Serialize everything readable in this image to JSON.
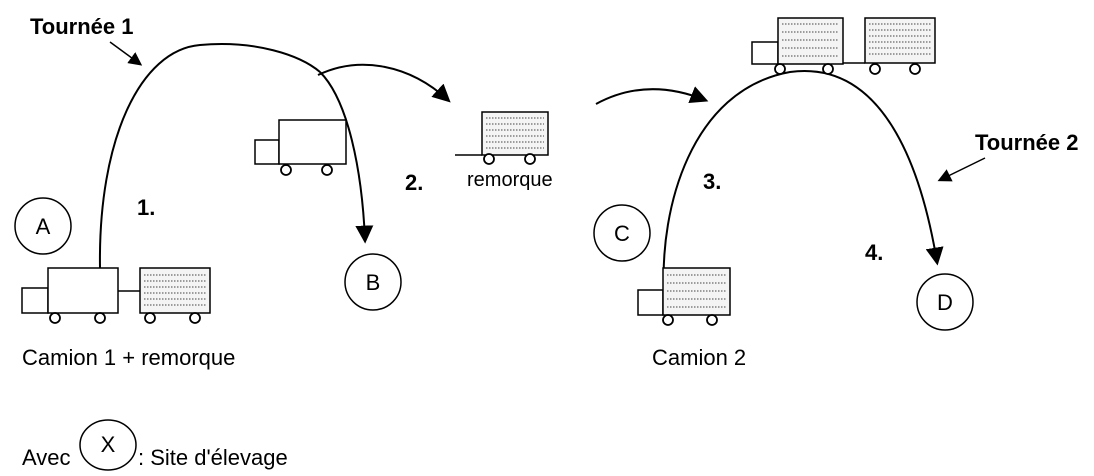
{
  "labels": {
    "tour1": "Tournée 1",
    "tour2": "Tournée 2",
    "step1": "1.",
    "step2": "2.",
    "step3": "3.",
    "step4": "4.",
    "trailer": "remorque",
    "truck1_caption": "Camion 1 + remorque",
    "truck2_caption": "Camion 2"
  },
  "sites": [
    {
      "id": "A",
      "label": "A"
    },
    {
      "id": "B",
      "label": "B"
    },
    {
      "id": "C",
      "label": "C"
    },
    {
      "id": "D",
      "label": "D"
    }
  ],
  "legend": {
    "prefix": "Avec",
    "symbol": "X",
    "suffix": ": Site d'élevage"
  }
}
